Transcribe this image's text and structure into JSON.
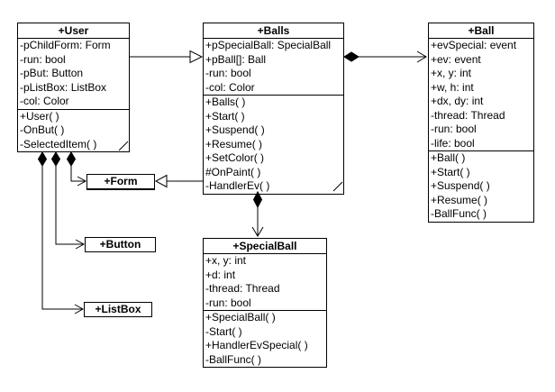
{
  "diagram": {
    "type": "uml-class-diagram",
    "background_color": "#ffffff",
    "line_color": "#000000",
    "text_color": "#000000"
  },
  "classes": {
    "user": {
      "title": "+User",
      "attributes": [
        "-pChildForm: Form",
        "-run: bool",
        "-pBut: Button",
        "-pListBox: ListBox",
        "-col: Color"
      ],
      "methods": [
        "+User( )",
        "-OnBut( )",
        "-SelectedItem( )"
      ]
    },
    "balls": {
      "title": "+Balls",
      "attributes": [
        "+pSpecialBall: SpecialBall",
        "+pBall[]: Ball",
        "-run: bool",
        "-col: Color"
      ],
      "methods": [
        "+Balls( )",
        "+Start( )",
        "+Suspend( )",
        "+Resume( )",
        "+SetColor( )",
        "#OnPaint( )",
        "-HandlerEv( )"
      ]
    },
    "ball": {
      "title": "+Ball",
      "attributes": [
        "+evSpecial: event",
        "+ev: event",
        "+x, y: int",
        "+w, h: int",
        "+dx, dy: int",
        "-thread: Thread",
        "-run: bool",
        "-life: bool"
      ],
      "methods": [
        "+Ball( )",
        "+Start( )",
        "+Suspend( )",
        "+Resume( )",
        "-BallFunc( )"
      ]
    },
    "specialball": {
      "title": "+SpecialBall",
      "attributes": [
        "+x, y: int",
        "+d: int",
        "-thread: Thread",
        "-run: bool"
      ],
      "methods": [
        "+SpecialBall( )",
        "-Start( )",
        "+HandlerEvSpecial( )",
        "-BallFunc( )"
      ]
    },
    "form": {
      "title": "+Form"
    },
    "button": {
      "title": "+Button"
    },
    "listbox": {
      "title": "+ListBox"
    }
  },
  "relations": [
    {
      "from": "User",
      "to": "Balls",
      "type": "arrow-hollow-triangle"
    },
    {
      "from": "Balls",
      "to": "Ball",
      "type": "composition-open-arrow"
    },
    {
      "from": "Balls",
      "to": "SpecialBall",
      "type": "composition-open-arrow"
    },
    {
      "from": "Balls",
      "to": "Form",
      "type": "generalization"
    },
    {
      "from": "User",
      "to": "Form",
      "type": "composition-open-arrow"
    },
    {
      "from": "User",
      "to": "Button",
      "type": "composition-open-arrow"
    },
    {
      "from": "User",
      "to": "ListBox",
      "type": "composition-open-arrow"
    }
  ]
}
